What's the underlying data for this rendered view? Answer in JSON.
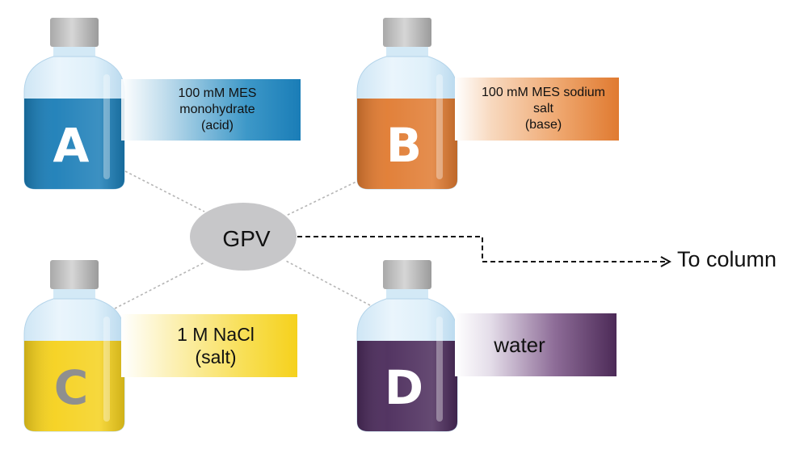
{
  "hub": {
    "label": "GPV",
    "color": "#c7c7c9"
  },
  "output": {
    "label": "To column"
  },
  "bottles": [
    {
      "id": "A",
      "letter": "A",
      "liquid_color": "#1a7db7",
      "letter_color": "#ffffff",
      "label": "100 mM MES\nmonohydrate\n(acid)"
    },
    {
      "id": "B",
      "letter": "B",
      "liquid_color": "#e07a30",
      "letter_color": "#ffffff",
      "label": "100 mM MES sodium\nsalt\n(base)"
    },
    {
      "id": "C",
      "letter": "C",
      "liquid_color": "#f5d11c",
      "letter_color": "#8f8f8f",
      "label": "1 M NaCl\n(salt)"
    },
    {
      "id": "D",
      "letter": "D",
      "liquid_color": "#4a2a5a",
      "letter_color": "#ffffff",
      "label": "water"
    }
  ]
}
